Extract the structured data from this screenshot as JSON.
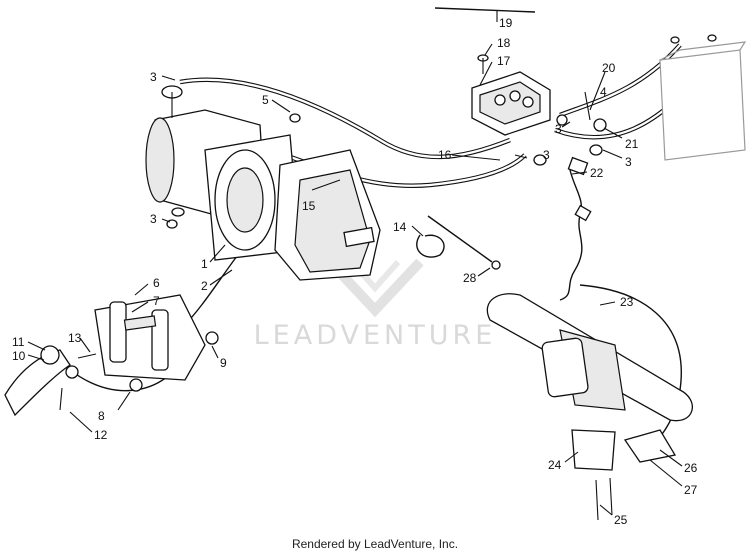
{
  "watermark": {
    "text": "LEADVENTURE"
  },
  "footer": {
    "text": "Rendered by LeadVenture, Inc."
  },
  "callouts": [
    {
      "id": "1",
      "label": "1"
    },
    {
      "id": "2",
      "label": "2"
    },
    {
      "id": "3a",
      "label": "3"
    },
    {
      "id": "3b",
      "label": "3"
    },
    {
      "id": "3c",
      "label": "3"
    },
    {
      "id": "3d",
      "label": "3"
    },
    {
      "id": "3e",
      "label": "3"
    },
    {
      "id": "4",
      "label": "4"
    },
    {
      "id": "5",
      "label": "5"
    },
    {
      "id": "6",
      "label": "6"
    },
    {
      "id": "7",
      "label": "7"
    },
    {
      "id": "8",
      "label": "8"
    },
    {
      "id": "9",
      "label": "9"
    },
    {
      "id": "10",
      "label": "10"
    },
    {
      "id": "11",
      "label": "11"
    },
    {
      "id": "12",
      "label": "12"
    },
    {
      "id": "13",
      "label": "13"
    },
    {
      "id": "14",
      "label": "14"
    },
    {
      "id": "15",
      "label": "15"
    },
    {
      "id": "16",
      "label": "16"
    },
    {
      "id": "17",
      "label": "17"
    },
    {
      "id": "18",
      "label": "18"
    },
    {
      "id": "19",
      "label": "19"
    },
    {
      "id": "20",
      "label": "20"
    },
    {
      "id": "21",
      "label": "21"
    },
    {
      "id": "22",
      "label": "22"
    },
    {
      "id": "23",
      "label": "23"
    },
    {
      "id": "24",
      "label": "24"
    },
    {
      "id": "25",
      "label": "25"
    },
    {
      "id": "26",
      "label": "26"
    },
    {
      "id": "27",
      "label": "27"
    },
    {
      "id": "28",
      "label": "28"
    }
  ]
}
